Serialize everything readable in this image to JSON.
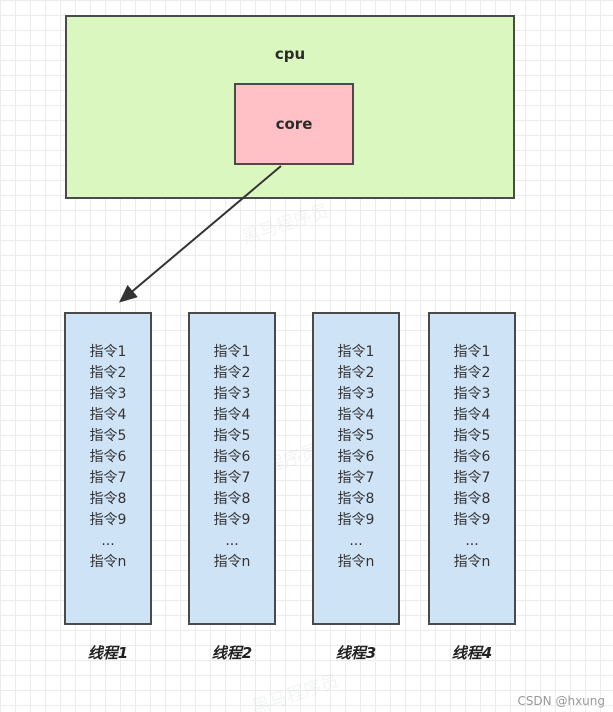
{
  "diagram": {
    "cpu_label": "cpu",
    "core_label": "core"
  },
  "threads": [
    {
      "label": "线程1",
      "instructions": [
        "指令1",
        "指令2",
        "指令3",
        "指令4",
        "指令5",
        "指令6",
        "指令7",
        "指令8",
        "指令9",
        "...",
        "指令n"
      ]
    },
    {
      "label": "线程2",
      "instructions": [
        "指令1",
        "指令2",
        "指令3",
        "指令4",
        "指令5",
        "指令6",
        "指令7",
        "指令8",
        "指令9",
        "...",
        "指令n"
      ]
    },
    {
      "label": "线程3",
      "instructions": [
        "指令1",
        "指令2",
        "指令3",
        "指令4",
        "指令5",
        "指令6",
        "指令7",
        "指令8",
        "指令9",
        "...",
        "指令n"
      ]
    },
    {
      "label": "线程4",
      "instructions": [
        "指令1",
        "指令2",
        "指令3",
        "指令4",
        "指令5",
        "指令6",
        "指令7",
        "指令8",
        "指令9",
        "...",
        "指令n"
      ]
    }
  ],
  "watermarks": {
    "background_text": "黑马程序员",
    "corner_text": "CSDN @hxung"
  },
  "colors": {
    "cpu_fill": "#d9f7be",
    "core_fill": "#ffc1c6",
    "thread_fill": "#cfe3f7",
    "border": "#4a4a4a",
    "arrow": "#333333"
  }
}
